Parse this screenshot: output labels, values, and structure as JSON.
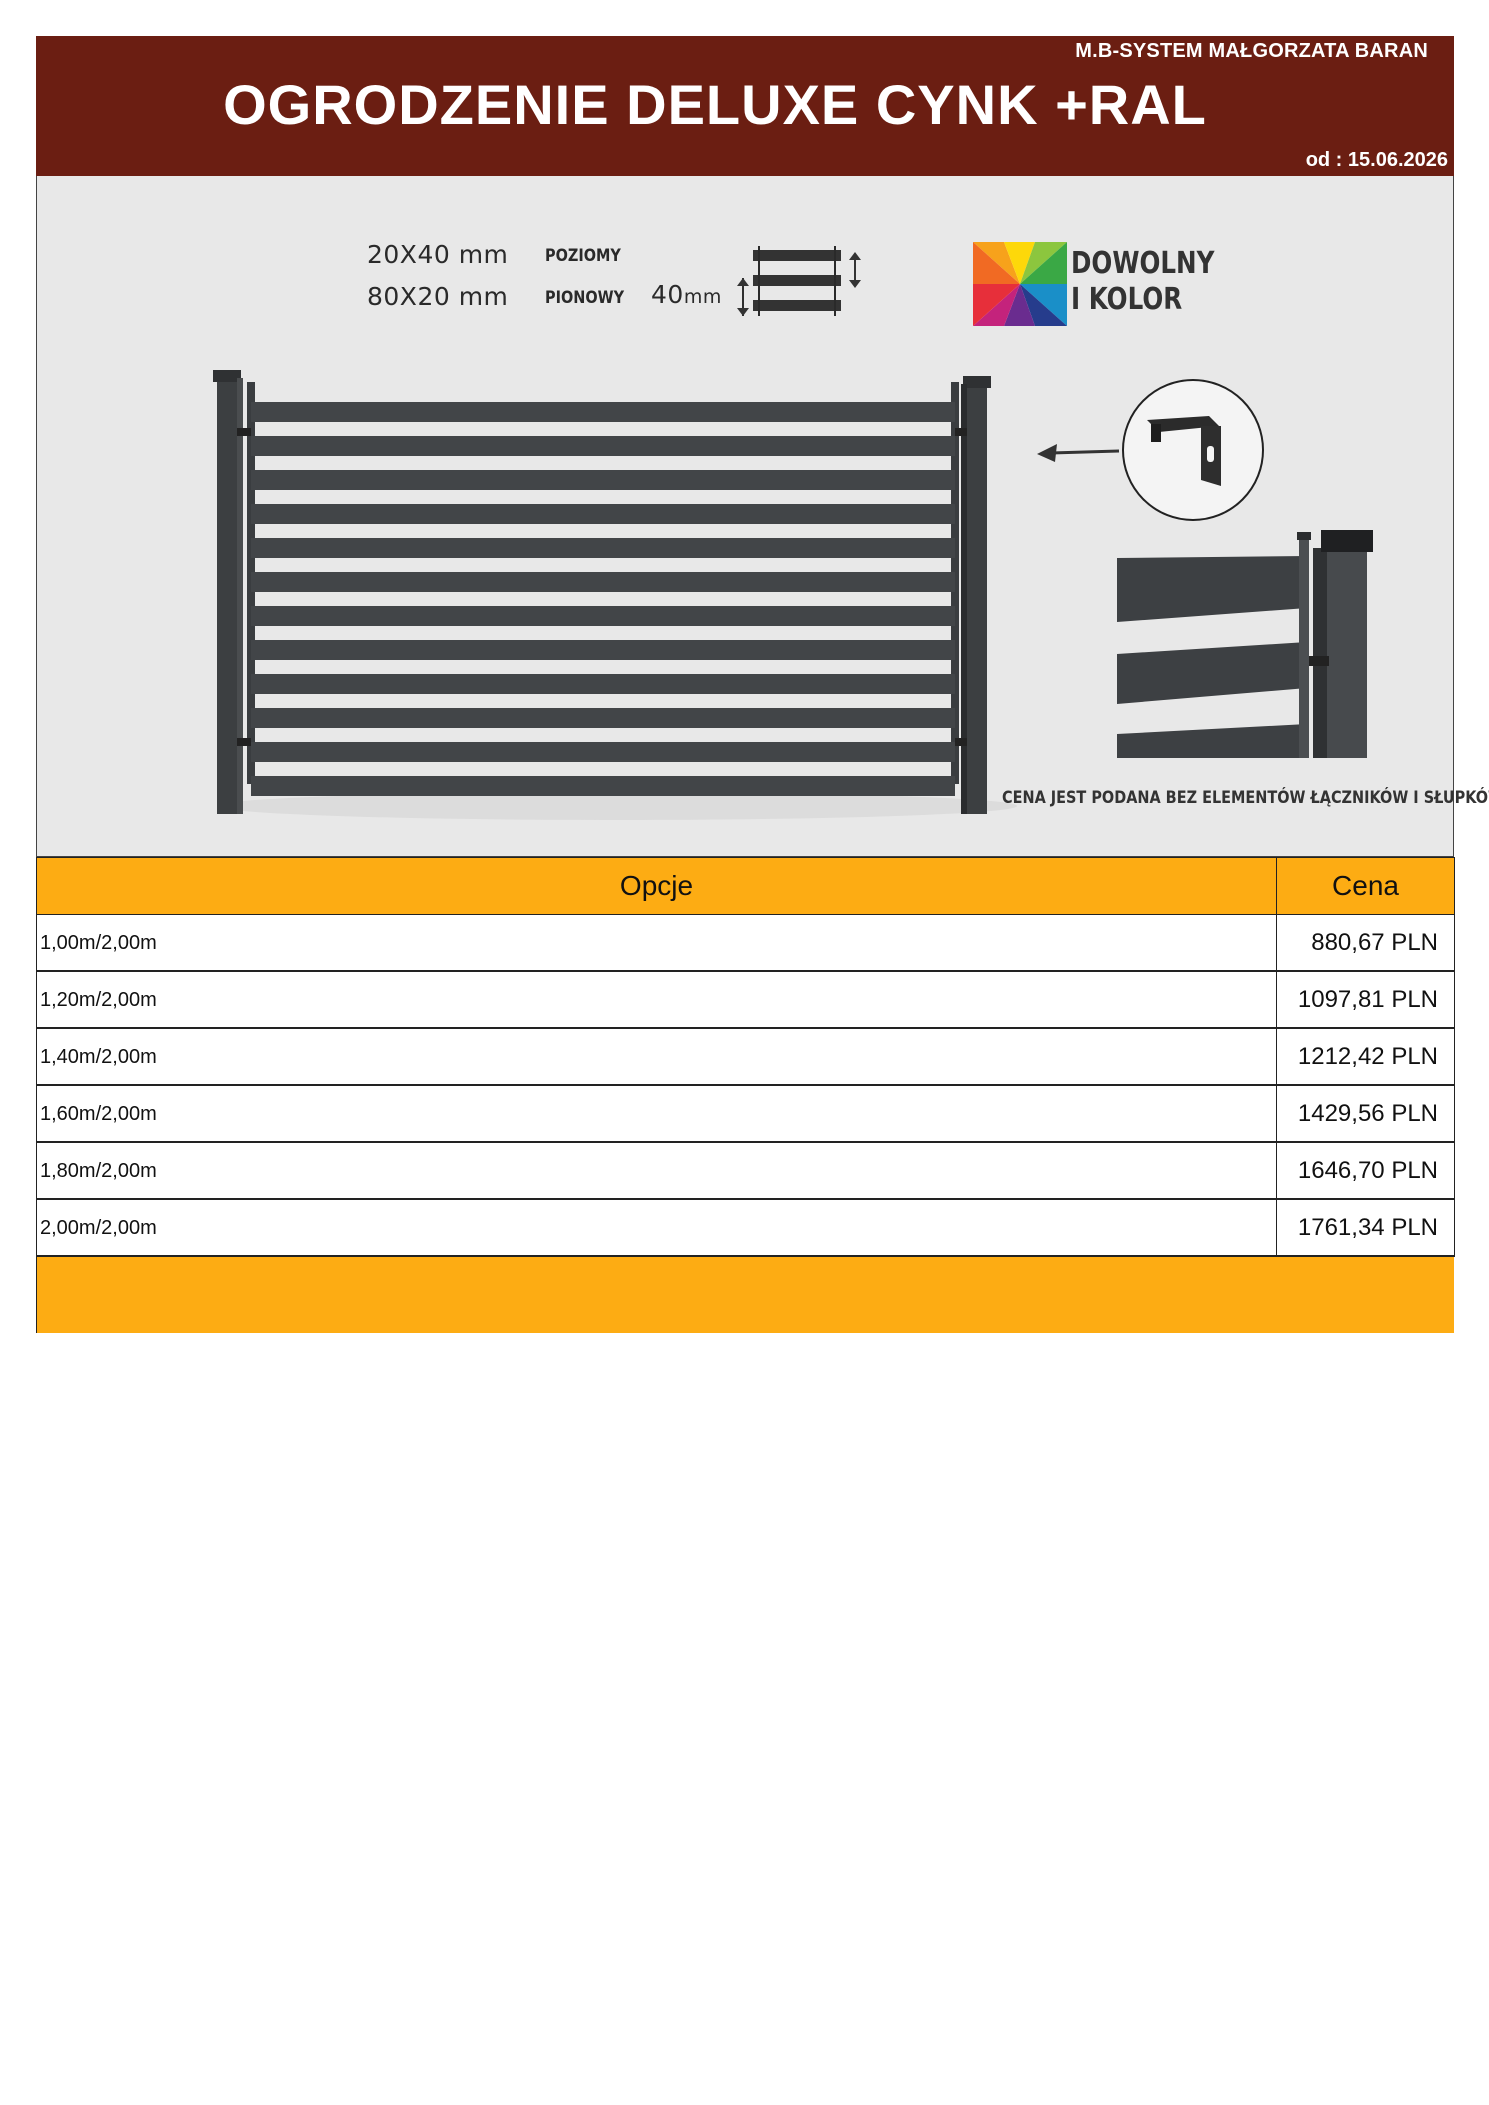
{
  "header": {
    "company": "M.B-SYSTEM MAŁGORZATA BARAN",
    "title": "OGRODZENIE DELUXE CYNK +RAL",
    "date": "od : 15.06.2026",
    "background": "#6b1e12"
  },
  "product_image": {
    "specs": [
      {
        "dimension": "20X40 mm",
        "orientation": "POZIOMY"
      },
      {
        "dimension": "80X20 mm",
        "orientation": "PIONOWY"
      }
    ],
    "spacing_label": "40",
    "spacing_unit": "mm",
    "color_label_line1": "DOWOLNY",
    "color_label_line2": "I KOLOR",
    "note": "CENA JEST PODANA BEZ ELEMENTÓW ŁĄCZNIKÓW I SŁUPKÓW",
    "fence_slat_count": 12
  },
  "table": {
    "header_color": "#fdac13",
    "columns": [
      "Opcje",
      "Cena"
    ],
    "rows": [
      {
        "option": "1,00m/2,00m",
        "price": "880,67 PLN"
      },
      {
        "option": "1,20m/2,00m",
        "price": "1097,81 PLN"
      },
      {
        "option": "1,40m/2,00m",
        "price": "1212,42 PLN"
      },
      {
        "option": "1,60m/2,00m",
        "price": "1429,56 PLN"
      },
      {
        "option": "1,80m/2,00m",
        "price": "1646,70 PLN"
      },
      {
        "option": "2,00m/2,00m",
        "price": "1761,34 PLN"
      }
    ]
  }
}
